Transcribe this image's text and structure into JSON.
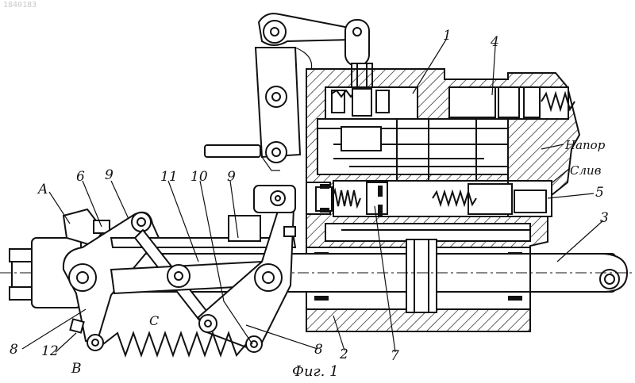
{
  "watermark": "1840183",
  "figure_caption": "Фиг. 1",
  "labels": {
    "A": "A",
    "C": "C",
    "B": "B",
    "n1": "1",
    "n2": "2",
    "n3": "3",
    "n4": "4",
    "n5": "5",
    "n6": "6",
    "n7": "7",
    "n8_left": "8",
    "n8_right": "8",
    "n9_left": "9",
    "n9_right": "9",
    "n10": "10",
    "n11": "11",
    "n12": "12",
    "napor": "Напор",
    "sliv": "Слив"
  },
  "colors": {
    "ink": "#111111",
    "paper": "#ffffff",
    "watermark": "#c9c9c9"
  }
}
